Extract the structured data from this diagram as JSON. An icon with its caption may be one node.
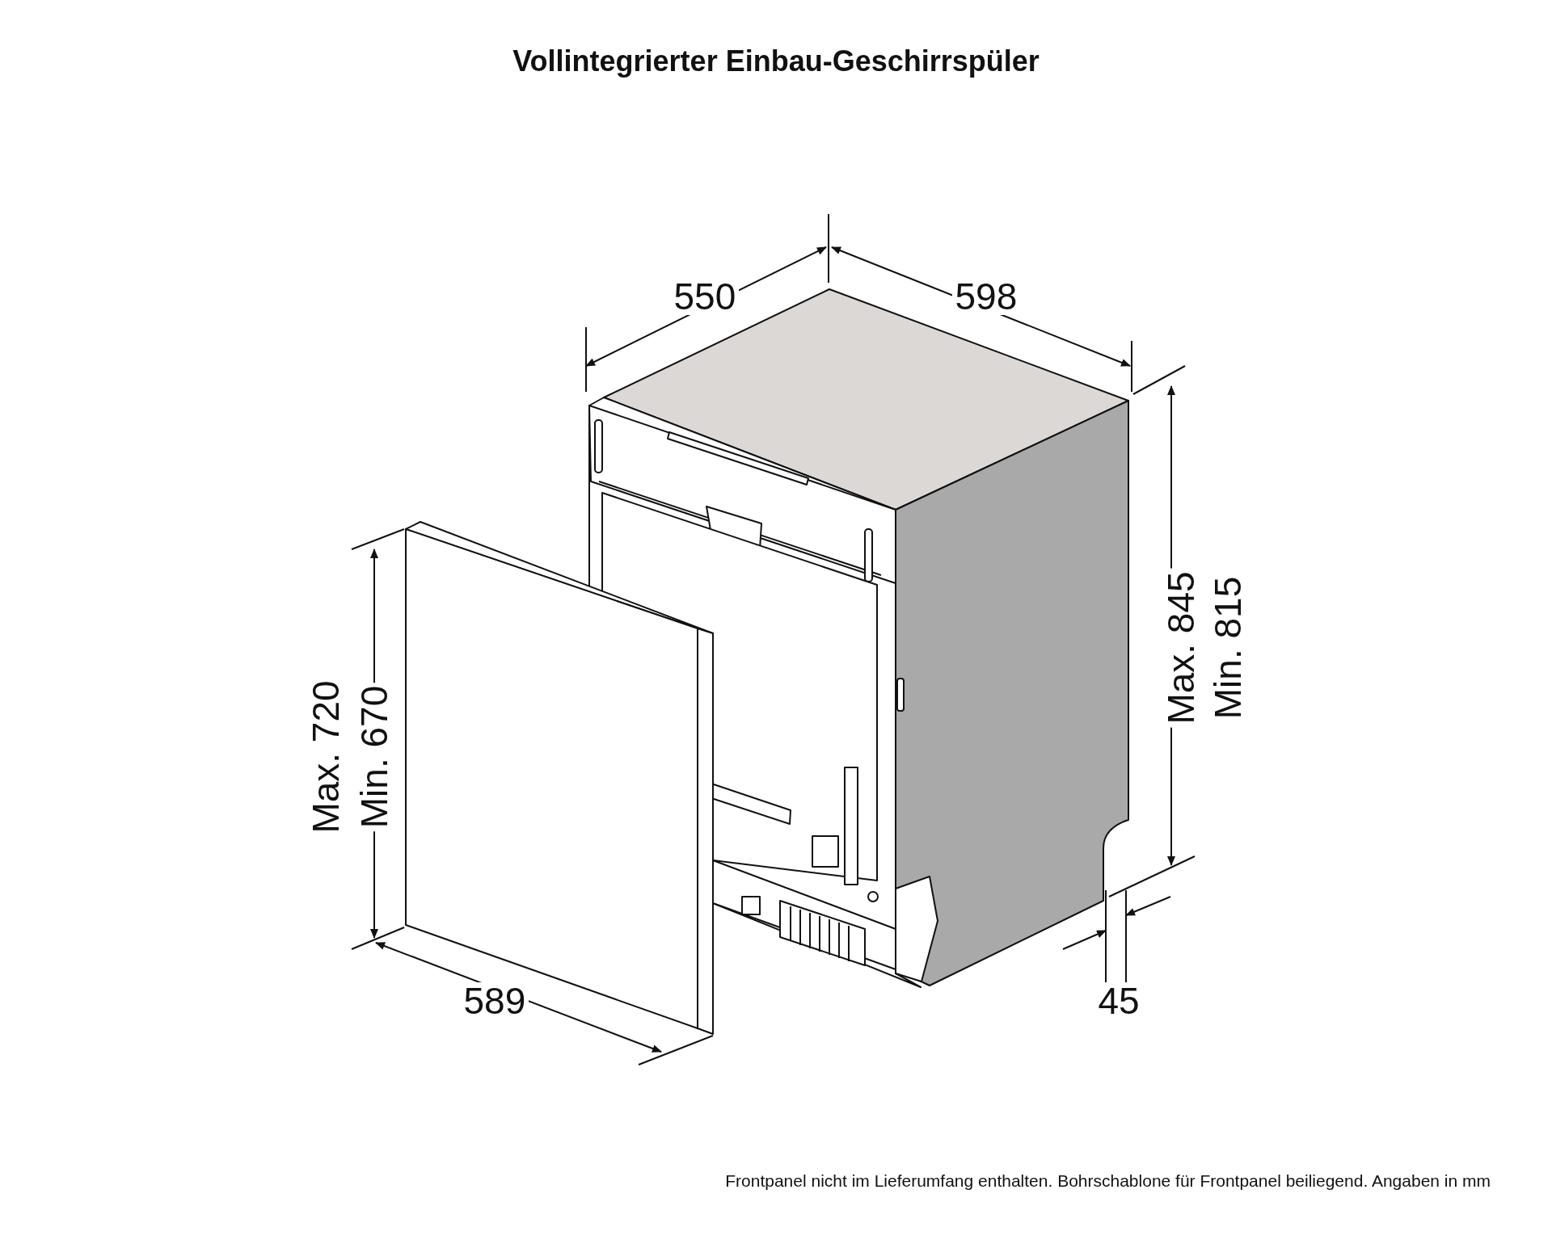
{
  "diagram": {
    "title": "Vollintegrierter Einbau-Geschirrspüler",
    "caption": "Frontpanel nicht im Lieferumfang enthalten. Bohrschablone für Frontpanel beiliegend. Angaben in mm",
    "labels": [
      "550",
      "598",
      "Max. 845",
      "Min. 815",
      "Max. 720",
      "Min. 670",
      "589",
      "45"
    ]
  }
}
